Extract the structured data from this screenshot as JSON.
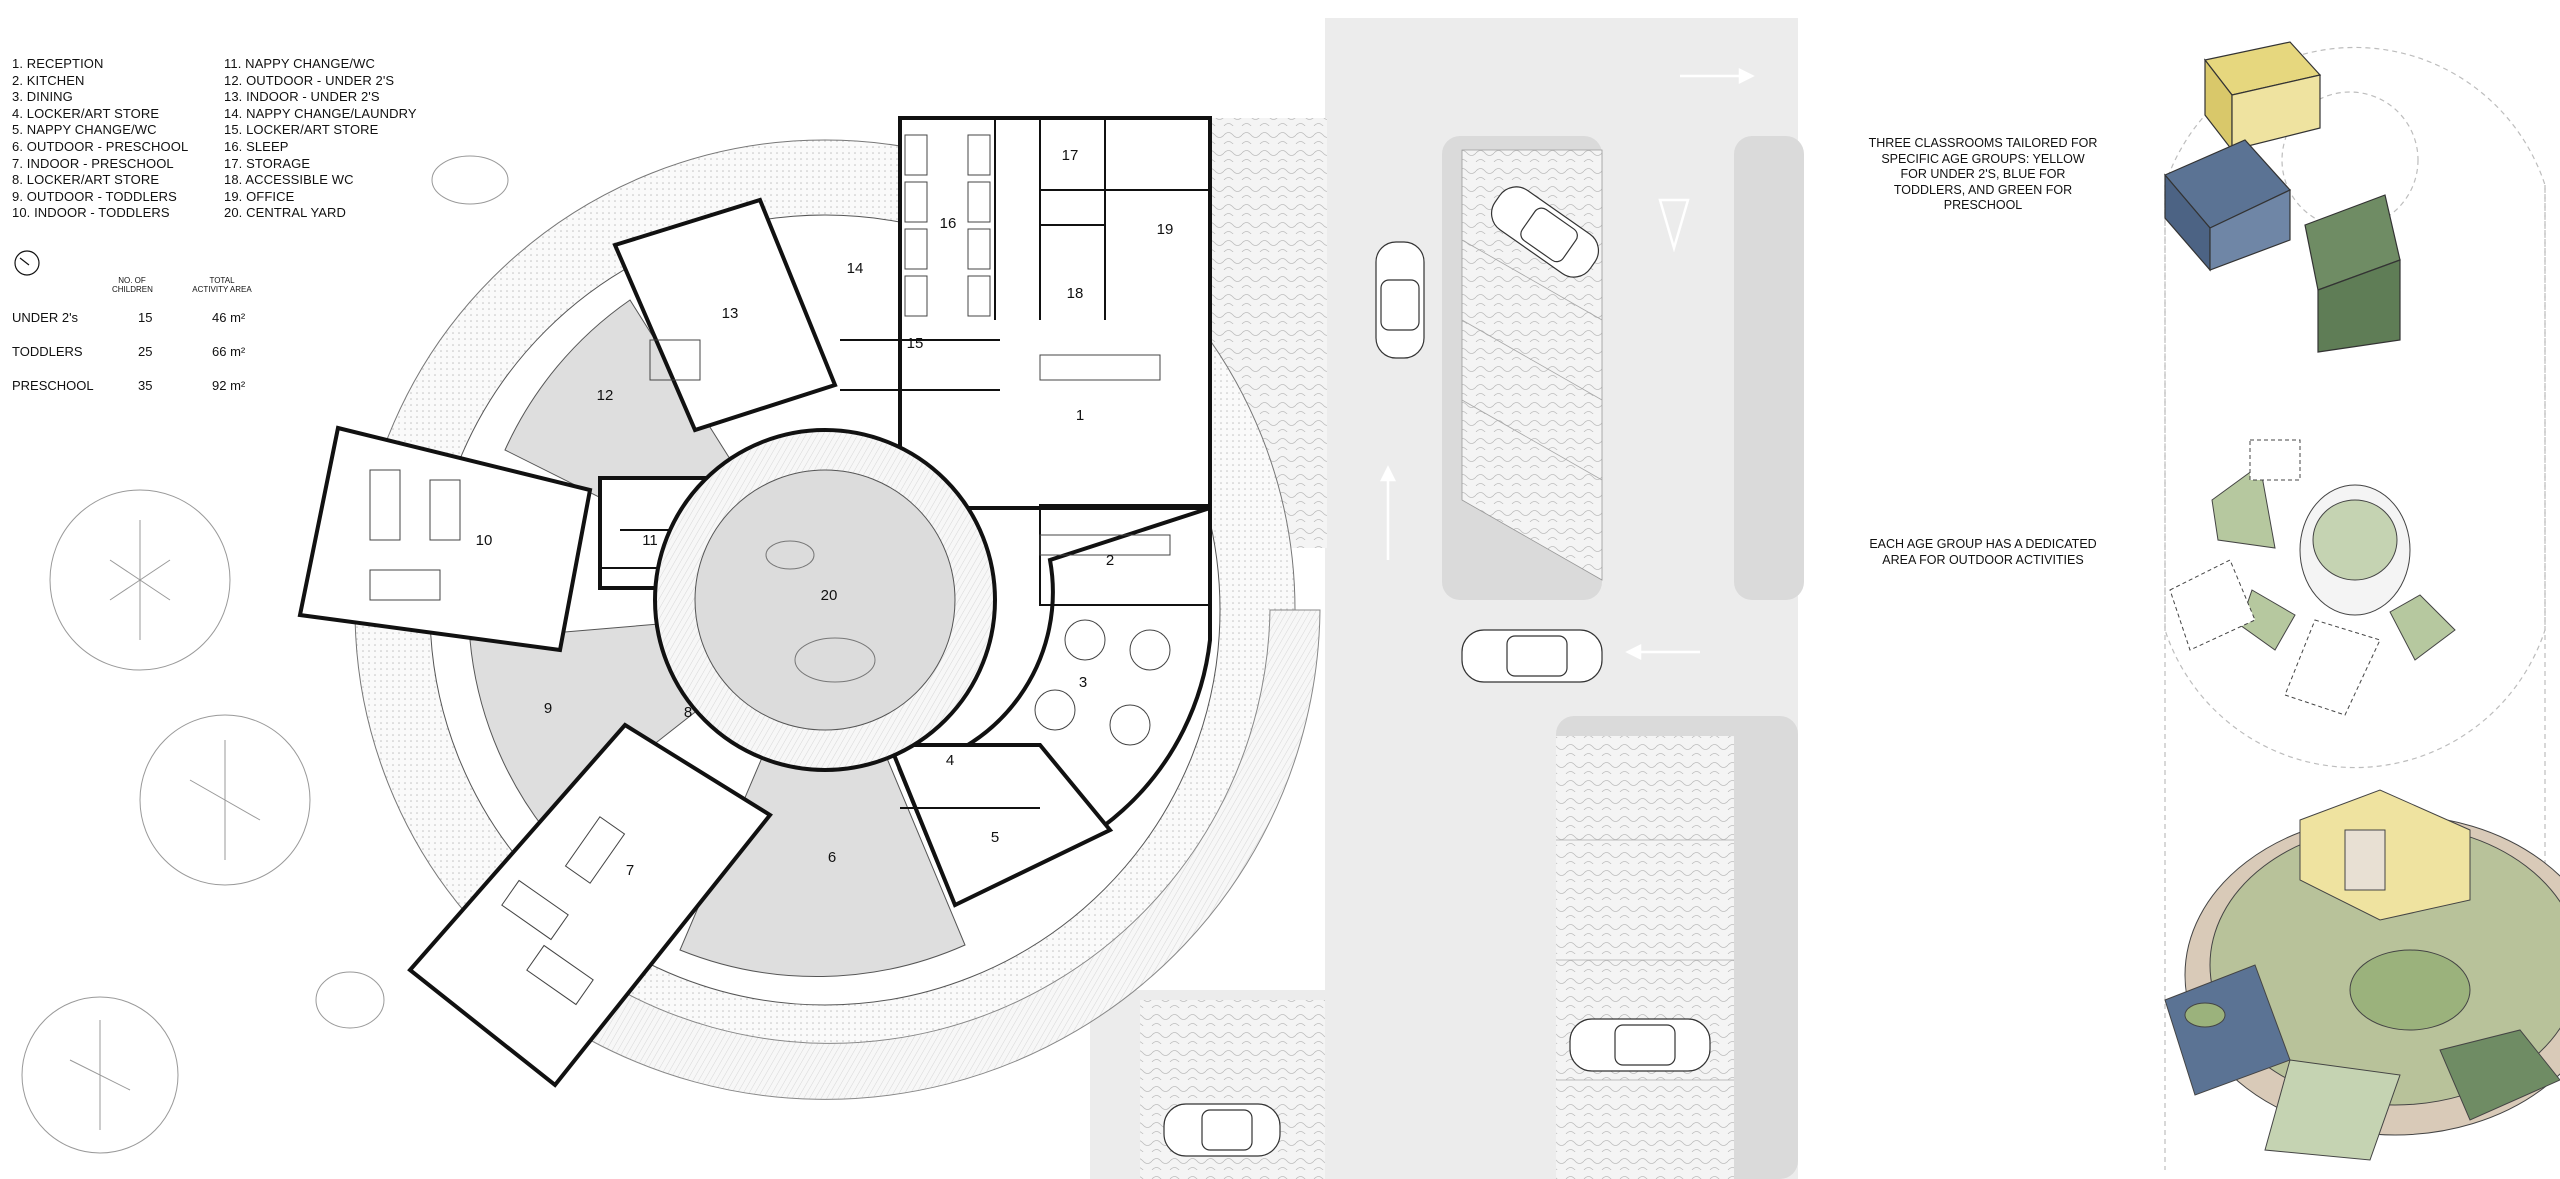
{
  "legend": {
    "col1": [
      "1. RECEPTION",
      "2. KITCHEN",
      "3. DINING",
      "4. LOCKER/ART STORE",
      "5. NAPPY CHANGE/WC",
      "6. OUTDOOR - PRESCHOOL",
      "7. INDOOR - PRESCHOOL",
      "8. LOCKER/ART STORE",
      "9. OUTDOOR - TODDLERS",
      "10. INDOOR - TODDLERS"
    ],
    "col2": [
      "11. NAPPY CHANGE/WC",
      "12. OUTDOOR - UNDER 2's",
      "13. INDOOR - UNDER 2's",
      "14. NAPPY CHANGE/LAUNDRY",
      "15. LOCKER/ART STORE",
      "16. SLEEP",
      "17. STORAGE",
      "18. ACCESSIBLE WC",
      "19. OFFICE",
      "20. CENTRAL YARD"
    ]
  },
  "capacity_table": {
    "col_children": "NO. OF CHILDREN",
    "col_area": "TOTAL ACTIVITY AREA",
    "rows": [
      {
        "group": "UNDER 2's",
        "children": "15",
        "area": "46 m²"
      },
      {
        "group": "TODDLERS",
        "children": "25",
        "area": "66 m²"
      },
      {
        "group": "PRESCHOOL",
        "children": "35",
        "area": "92 m²"
      }
    ]
  },
  "room_numbers": [
    "1",
    "2",
    "3",
    "4",
    "5",
    "6",
    "7",
    "8",
    "9",
    "10",
    "11",
    "12",
    "13",
    "14",
    "15",
    "16",
    "17",
    "18",
    "19",
    "20"
  ],
  "notes": {
    "classrooms": "THREE CLASSROOMS TAILORED FOR SPECIFIC AGE GROUPS: YELLOW FOR UNDER 2's, BLUE FOR TODDLERS, AND GREEN FOR PRESCHOOL",
    "outdoor": "EACH AGE GROUP HAS A DEDICATED AREA FOR OUTDOOR ACTIVITIES"
  },
  "icons": [
    "north-arrow-icon",
    "tree-icon",
    "car-icon",
    "traffic-arrow-icon",
    "yield-sign-icon"
  ],
  "colors": {
    "under2": "#e6d77e",
    "toddlers": "#5b7394",
    "preschool": "#6f8c64",
    "road": "#ececec",
    "courtyard": "#dcdcdc"
  }
}
